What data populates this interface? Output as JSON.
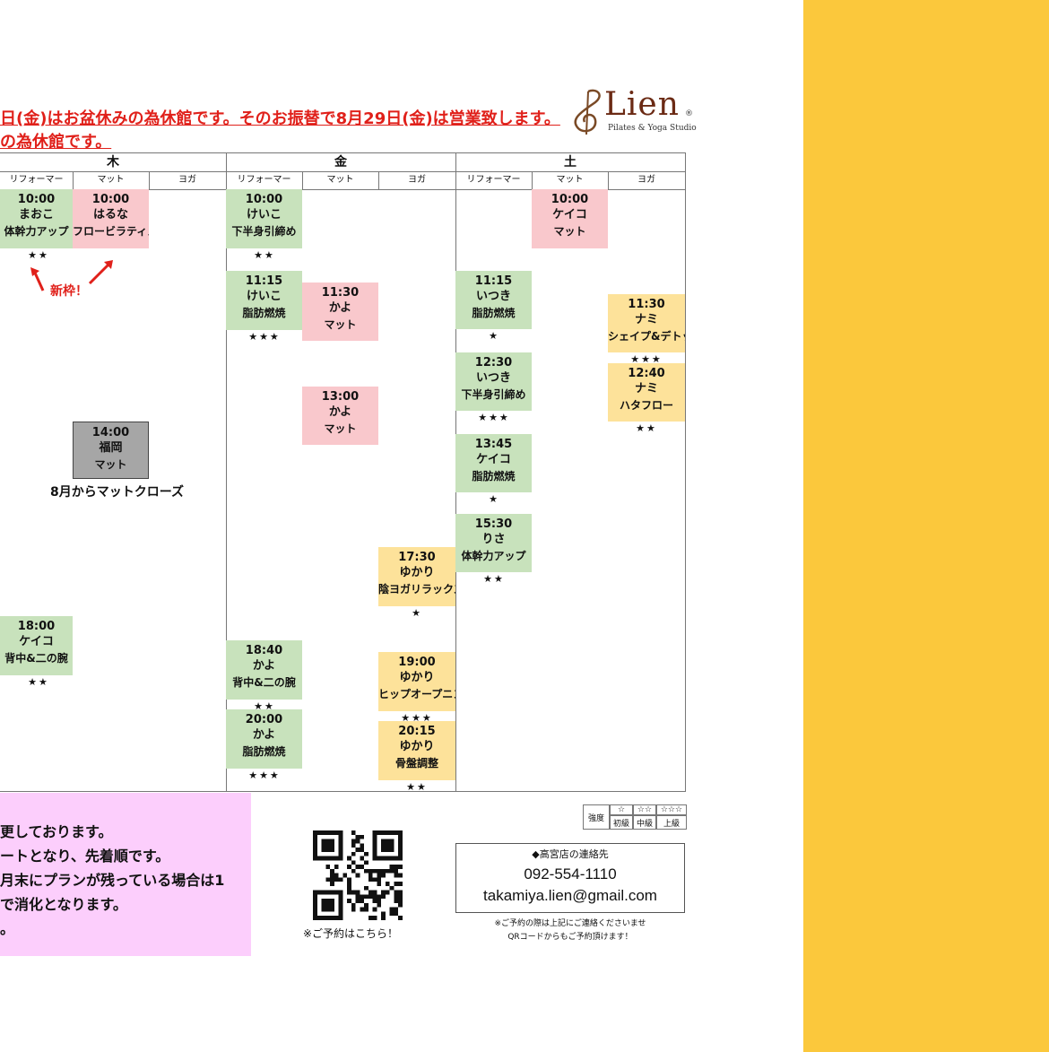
{
  "notice": {
    "line1": "日(金)はお盆休みの為休館です。そのお振替で8月29日(金)は営業致します。",
    "line2": "の為休館です。"
  },
  "logo": {
    "name": "Lien",
    "registered": "®",
    "tagline": "Pilates & Yoga Studio"
  },
  "days": [
    {
      "name": "木",
      "cols": [
        "リフォーマー",
        "マット",
        "ヨガ"
      ]
    },
    {
      "name": "金",
      "cols": [
        "リフォーマー",
        "マット",
        "ヨガ"
      ]
    },
    {
      "name": "土",
      "cols": [
        "リフォーマー",
        "マット",
        "ヨガ"
      ]
    }
  ],
  "classes": [
    {
      "time": "10:00",
      "teacher": "まおこ",
      "name": "体幹力アップ",
      "stars": "★★",
      "color": "#c8e2bc"
    },
    {
      "time": "10:00",
      "teacher": "はるな",
      "name": "フロービラティス",
      "stars": "",
      "color": "#f9c8cc"
    },
    {
      "time": "14:00",
      "teacher": "福岡",
      "name": "マット",
      "stars": "",
      "color": "#a6a6a6"
    },
    {
      "time": "18:00",
      "teacher": "ケイコ",
      "name": "背中&二の腕",
      "stars": "★★",
      "color": "#c8e2bc"
    },
    {
      "time": "10:00",
      "teacher": "けいこ",
      "name": "下半身引締め",
      "stars": "★★",
      "color": "#c8e2bc"
    },
    {
      "time": "11:15",
      "teacher": "けいこ",
      "name": "脂肪燃焼",
      "stars": "★★★",
      "color": "#c8e2bc"
    },
    {
      "time": "18:40",
      "teacher": "かよ",
      "name": "背中&二の腕",
      "stars": "★★",
      "color": "#c8e2bc"
    },
    {
      "time": "20:00",
      "teacher": "かよ",
      "name": "脂肪燃焼",
      "stars": "★★★",
      "color": "#c8e2bc"
    },
    {
      "time": "11:30",
      "teacher": "かよ",
      "name": "マット",
      "stars": "",
      "color": "#f9c8cc"
    },
    {
      "time": "13:00",
      "teacher": "かよ",
      "name": "マット",
      "stars": "",
      "color": "#f9c8cc"
    },
    {
      "time": "17:30",
      "teacher": "ゆかり",
      "name": "陰ヨガリラックス",
      "stars": "★",
      "color": "#fde29a"
    },
    {
      "time": "19:00",
      "teacher": "ゆかり",
      "name": "ヒップオープニング",
      "stars": "★★★",
      "color": "#fde29a"
    },
    {
      "time": "20:15",
      "teacher": "ゆかり",
      "name": "骨盤調整",
      "stars": "★★",
      "color": "#fde29a"
    },
    {
      "time": "11:15",
      "teacher": "いつき",
      "name": "脂肪燃焼",
      "stars": "★",
      "color": "#c8e2bc"
    },
    {
      "time": "12:30",
      "teacher": "いつき",
      "name": "下半身引締め",
      "stars": "★★★",
      "color": "#c8e2bc"
    },
    {
      "time": "13:45",
      "teacher": "ケイコ",
      "name": "脂肪燃焼",
      "stars": "★",
      "color": "#c8e2bc"
    },
    {
      "time": "15:30",
      "teacher": "りさ",
      "name": "体幹力アップ",
      "stars": "★★",
      "color": "#c8e2bc"
    },
    {
      "time": "10:00",
      "teacher": "ケイコ",
      "name": "マット",
      "stars": "",
      "color": "#f9c8cc"
    },
    {
      "time": "11:30",
      "teacher": "ナミ",
      "name": "シェイプ&デトックス",
      "stars": "★★★",
      "color": "#fde29a"
    },
    {
      "time": "12:40",
      "teacher": "ナミ",
      "name": "ハタフロー",
      "stars": "★★",
      "color": "#fde29a"
    }
  ],
  "annotations": {
    "new_slot": "新枠！",
    "mat_close": "8月からマットクローズ"
  },
  "notes": [
    "更しております。",
    "ートとなり、先着順です。",
    "月末にプランが残っている場合は1",
    "で消化となります。",
    "。"
  ],
  "qr_caption": "※ご予約はこちら！",
  "legend": {
    "label": "強度",
    "levels": [
      {
        "stars": "☆",
        "name": "初級"
      },
      {
        "stars": "☆☆",
        "name": "中級"
      },
      {
        "stars": "☆☆☆",
        "name": "上級"
      }
    ]
  },
  "contact": {
    "title": "◆高宮店の連絡先",
    "phone": "092-554-1110",
    "email": "takamiya.lien@gmail.com",
    "note1": "※ご予約の際は上記にご連絡くださいませ",
    "note2": "QRコードからもご予約頂けます！"
  },
  "colors": {
    "band": "#fbc83c",
    "notice": "#e0201a",
    "reformer": "#c8e2bc",
    "mat": "#f9c8cc",
    "yoga": "#fde29a",
    "closed": "#a6a6a6",
    "notes_bg": "#fccefc"
  }
}
